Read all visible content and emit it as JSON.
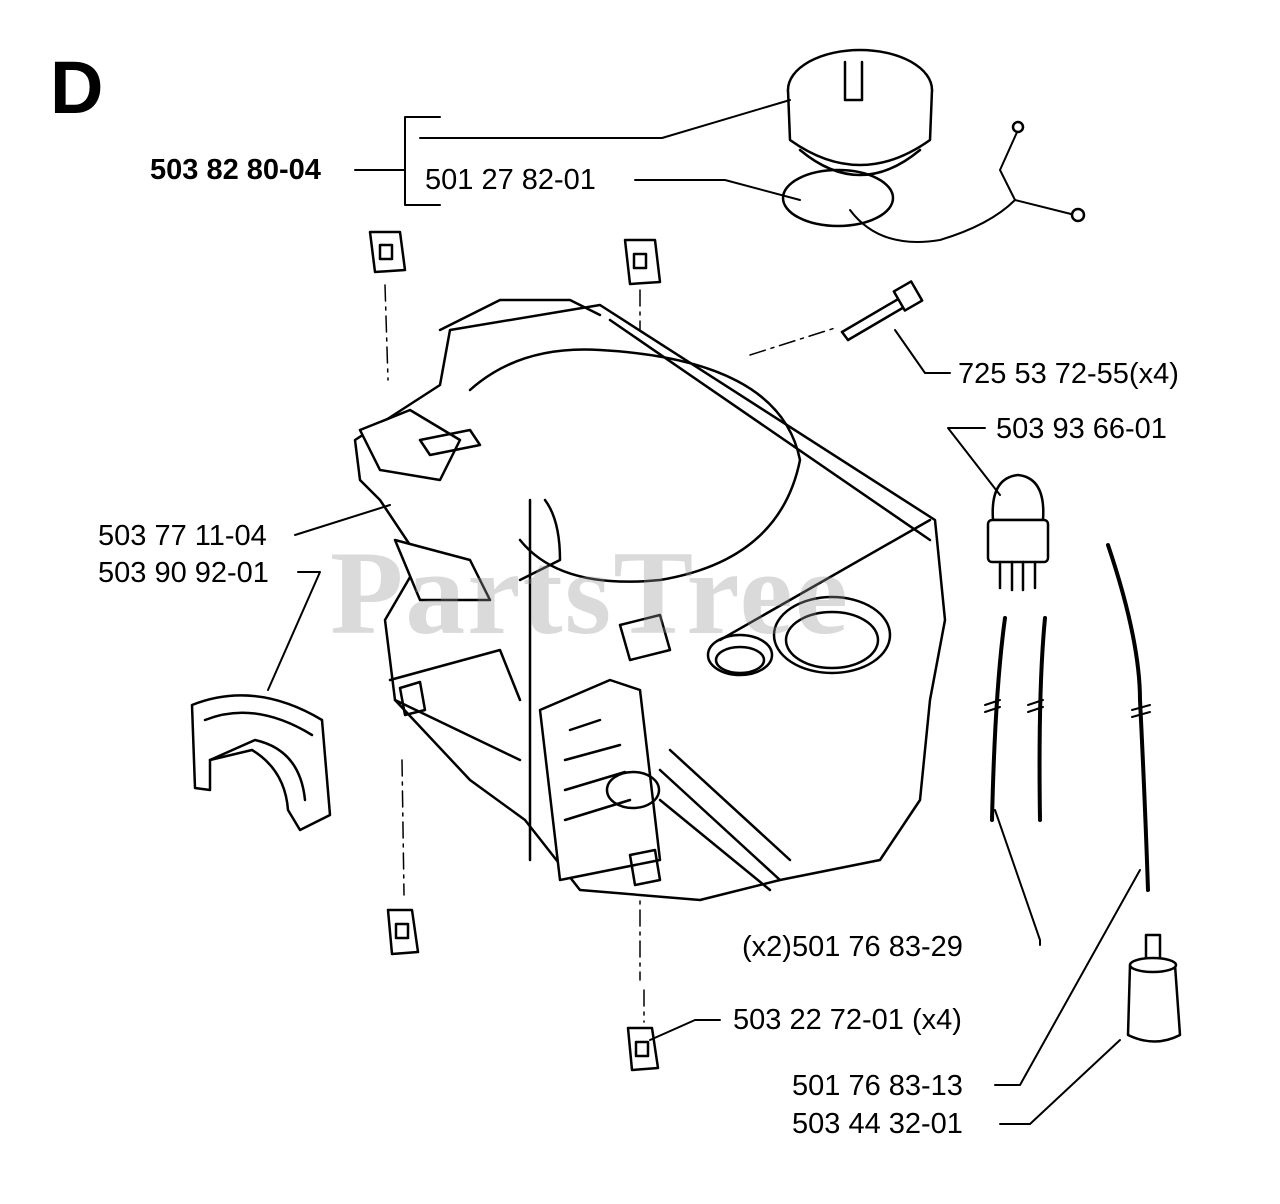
{
  "section_letter": "D",
  "watermark": "PartsTree",
  "parts": {
    "cap_assembly": "503 82 80-04",
    "cap_seal": "501 27 82-01",
    "screw": "725 53 72-55(x4)",
    "primer_bulb": "503 93 66-01",
    "tank_housing": "503 77 11-04",
    "cover": "503 90 92-01",
    "hose": "(x2)501 76 83-29",
    "clip": "503 22 72-01 (x4)",
    "fuel_hose": "501 76 83-13",
    "fuel_filter": "503 44 32-01"
  }
}
